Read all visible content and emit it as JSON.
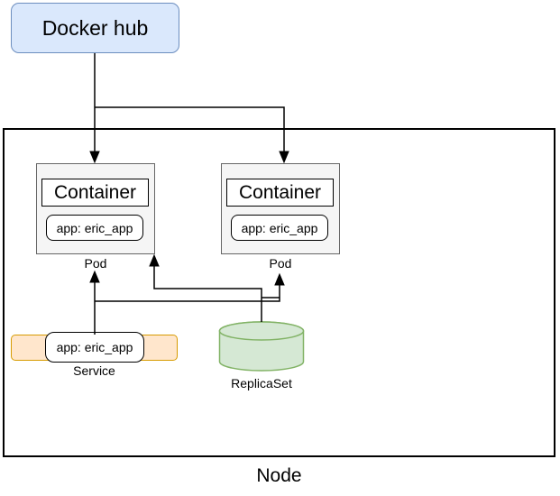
{
  "diagram": {
    "docker_hub": {
      "label": "Docker hub"
    },
    "pods": [
      {
        "container_label": "Container",
        "app_label": "app: eric_app",
        "label": "Pod"
      },
      {
        "container_label": "Container",
        "app_label": "app: eric_app",
        "label": "Pod"
      }
    ],
    "service": {
      "app_label": "app: eric_app",
      "label": "Service"
    },
    "replicaset": {
      "label": "ReplicaSet"
    },
    "node": {
      "label": "Node"
    },
    "colors": {
      "docker_fill": "#dae8fc",
      "docker_stroke": "#6c8ebf",
      "pod_fill": "#f5f5f5",
      "pod_stroke": "#666666",
      "inner_box_stroke": "#000000",
      "service_fill": "#ffe6cc",
      "service_stroke": "#d79b00",
      "replicaset_fill": "#d5e8d4",
      "replicaset_stroke": "#82b366",
      "connector": "#000000"
    }
  }
}
